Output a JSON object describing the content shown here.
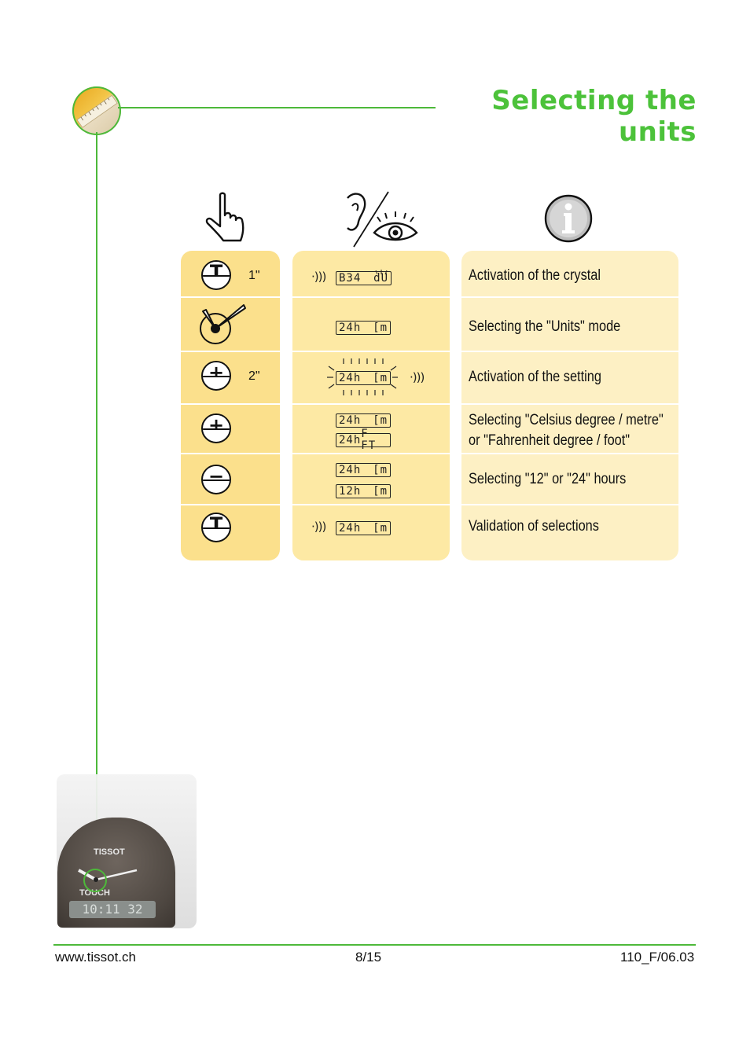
{
  "page": {
    "title": "Selecting the units",
    "colors": {
      "accent_green": "#4cc23a",
      "col_action": "#fbe08c",
      "col_display": "#fde9a4",
      "col_info": "#fdf0c4"
    }
  },
  "header_icons": {
    "action": "pointing-hand-icon",
    "display": "ear-eye-icon",
    "info": "info-icon"
  },
  "rows": [
    {
      "button": "T",
      "button_icon": "t-button-icon",
      "duration": "1\"",
      "sound": true,
      "display": [
        "B34",
        "dU"
      ],
      "display_flashing": false,
      "info": [
        "Activation of the crystal"
      ]
    },
    {
      "button": "crown",
      "button_icon": "crown-hands-icon",
      "duration": "",
      "sound": false,
      "display": [
        [
          "24h",
          "[m"
        ]
      ],
      "info": [
        "Selecting the  \"Units\" mode"
      ]
    },
    {
      "button": "+",
      "button_icon": "plus-button-icon",
      "duration": "2\"",
      "sound": true,
      "display": [
        [
          "24h",
          "[m"
        ]
      ],
      "display_flashing": true,
      "info": [
        "Activation of the setting"
      ]
    },
    {
      "button": "+",
      "button_icon": "plus-button-icon",
      "duration": "",
      "sound": false,
      "display": [
        [
          "24h",
          "[m"
        ],
        [
          "24h",
          "F FT"
        ]
      ],
      "info": [
        "Selecting \"Celsius degree / metre\"",
        "or \"Fahrenheit degree / foot\""
      ]
    },
    {
      "button": "−",
      "button_icon": "minus-button-icon",
      "duration": "",
      "sound": false,
      "display": [
        [
          "24h",
          "[m"
        ],
        [
          "12h",
          "[m"
        ]
      ],
      "info": [
        "Selecting \"12\" or \"24\" hours"
      ]
    },
    {
      "button": "T",
      "button_icon": "t-button-icon",
      "duration": "",
      "sound": true,
      "display": [
        [
          "24h",
          "[m"
        ]
      ],
      "info": [
        "Validation of selections"
      ]
    }
  ],
  "lcd": {
    "r1": {
      "left": "B34",
      "right": "dU"
    },
    "r2": {
      "left": "24h",
      "right": "[m"
    },
    "r3": {
      "left": "24h",
      "right": "[m"
    },
    "r4a": {
      "left": "24h",
      "right": "[m"
    },
    "r4b": {
      "left": "24h",
      "right": "F FT"
    },
    "r5a": {
      "left": "24h",
      "right": "[m"
    },
    "r5b": {
      "left": "12h",
      "right": "[m"
    },
    "r6": {
      "left": "24h",
      "right": "[m"
    }
  },
  "buttons": {
    "r1": "T",
    "r3": "+",
    "r4": "+",
    "r5": "−",
    "r6": "T",
    "r1_duration": "1\"",
    "r3_duration": "2\""
  },
  "info": {
    "r1": "Activation of the crystal",
    "r2": "Selecting the  \"Units\" mode",
    "r3": "Activation of the setting",
    "r4_line1": "Selecting \"Celsius degree / metre\"",
    "r4_line2": "or \"Fahrenheit degree / foot\"",
    "r5": "Selecting \"12\" or \"24\" hours",
    "r6": "Validation of selections"
  },
  "sound_glyph": "·)))",
  "watch": {
    "brand": "TISSOT",
    "model": "TOUCH",
    "lcd_time": "10:11 32"
  },
  "footer": {
    "website": "www.tissot.ch",
    "page": "8/15",
    "doc_code": "110_F/06.03"
  }
}
